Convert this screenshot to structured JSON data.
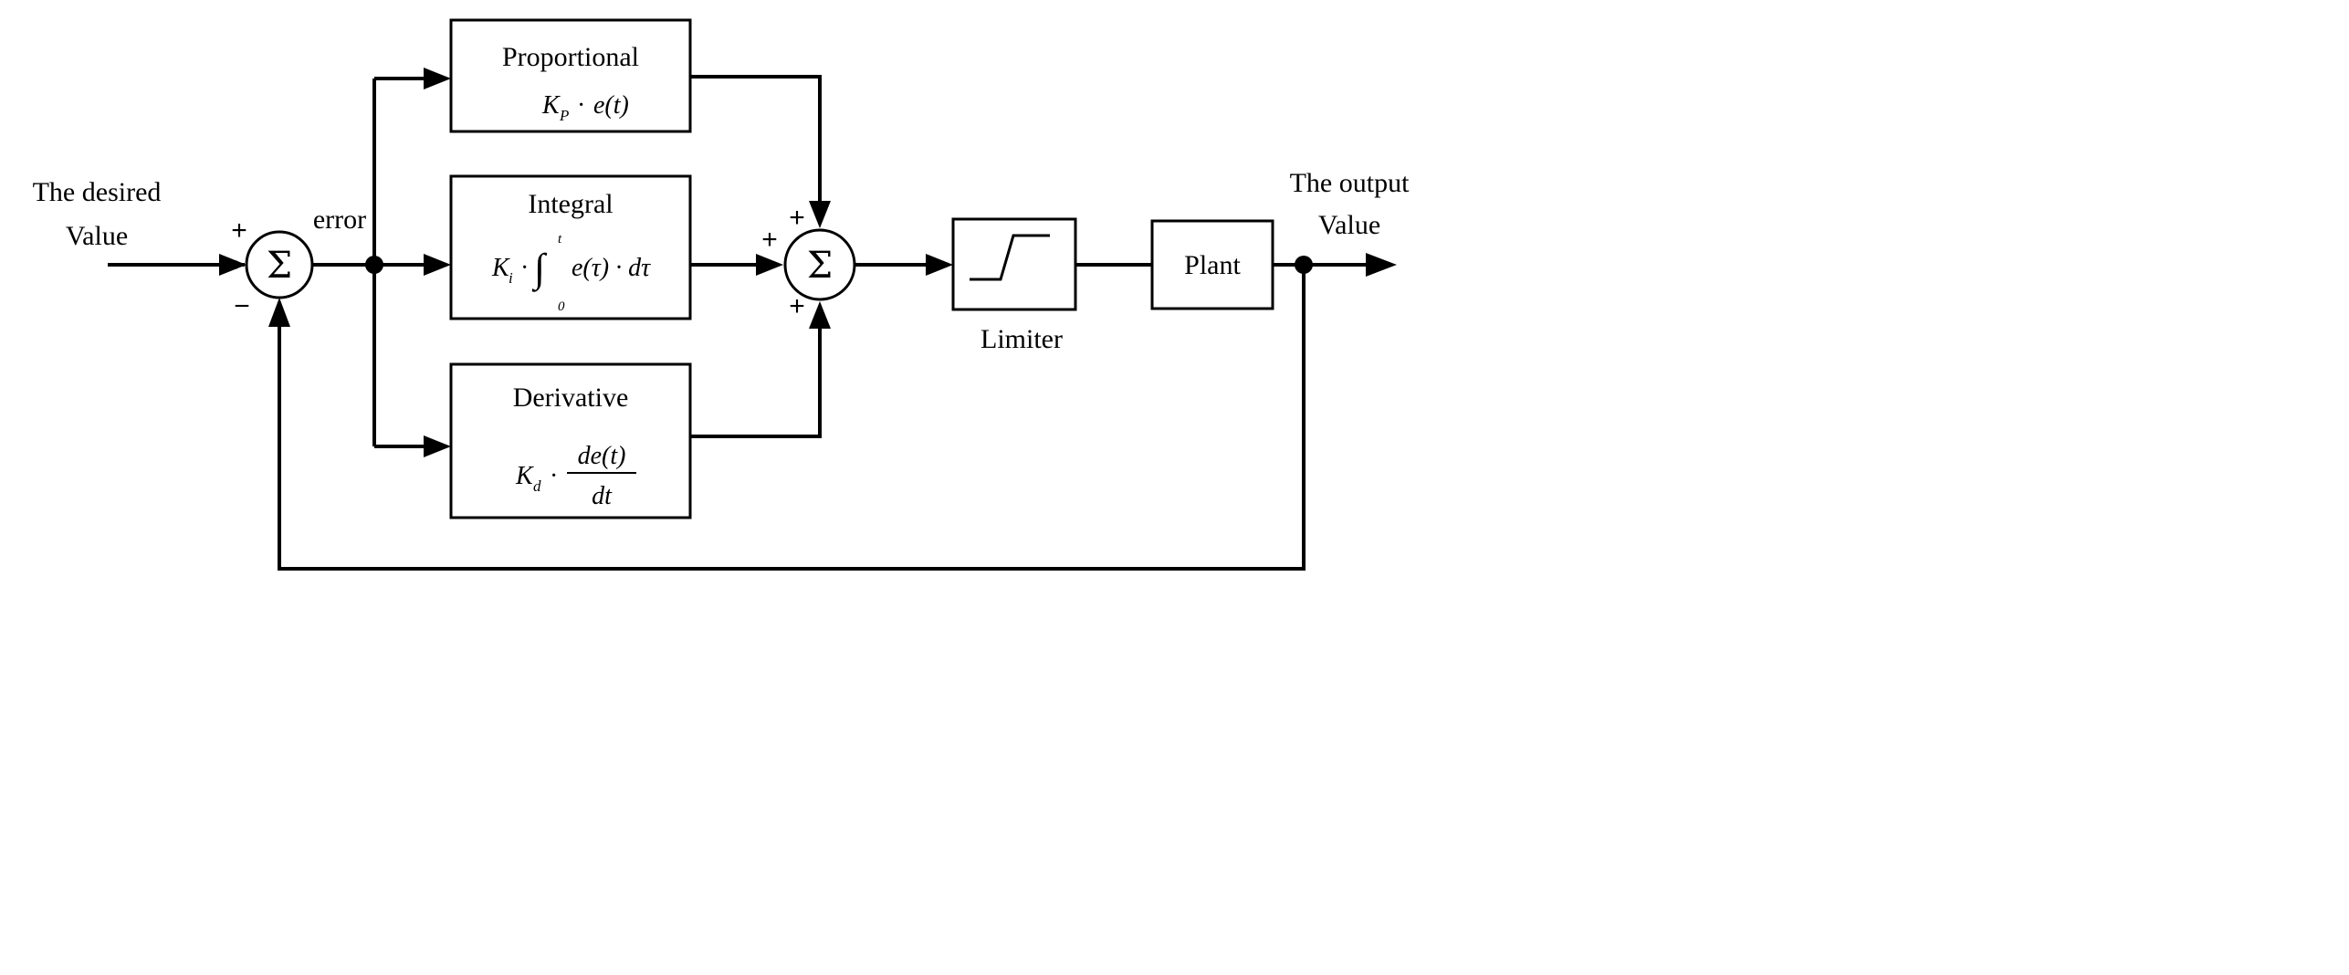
{
  "input": {
    "line1": "The desired",
    "line2": "Value"
  },
  "output": {
    "line1": "The output",
    "line2": "Value"
  },
  "error_label": "error",
  "sum_symbol": "Σ",
  "summer1": {
    "plus": "+",
    "minus": "−"
  },
  "summer2": {
    "plus_left": "+",
    "plus_top": "+",
    "plus_bottom": "+"
  },
  "proportional": {
    "title": "Proportional",
    "formula": {
      "K": "K",
      "sub": "P",
      "dot": "·",
      "expr": "e(t)"
    }
  },
  "integral": {
    "title": "Integral",
    "formula": {
      "K": "K",
      "sub": "i",
      "dot": "·",
      "upper": "t",
      "lower": "0",
      "expr": "e(τ) · dτ"
    }
  },
  "derivative": {
    "title": "Derivative",
    "formula": {
      "K": "K",
      "sub": "d",
      "dot": "·",
      "numerator": "de(t)",
      "denominator": "dt"
    }
  },
  "limiter": {
    "label": "Limiter"
  },
  "plant": {
    "label": "Plant"
  }
}
